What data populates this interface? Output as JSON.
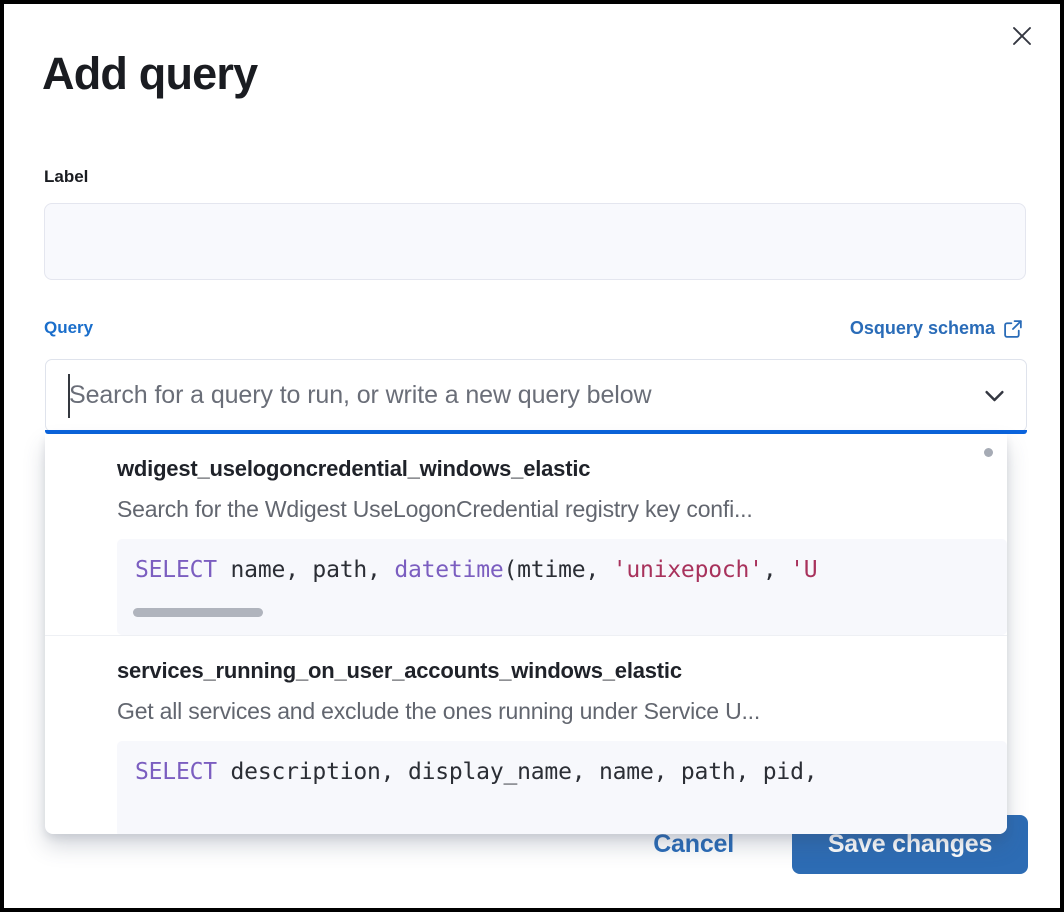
{
  "modal": {
    "title": "Add query",
    "close_icon": "close-icon"
  },
  "label_field": {
    "label": "Label",
    "value": "",
    "placeholder": ""
  },
  "query_field": {
    "label": "Query",
    "schema_link": "Osquery schema",
    "schema_link_icon": "external-link-icon",
    "search_placeholder": "Search for a query to run, or write a new query below",
    "search_value": "",
    "chevron_icon": "chevron-down-icon"
  },
  "dropdown": {
    "items": [
      {
        "title": "wdigest_uselogoncredential_windows_elastic",
        "description": "Search for the Wdigest UseLogonCredential registry key confi...",
        "code": {
          "keyword": "SELECT",
          "before_fn": " name, path, ",
          "fn": "datetime",
          "after_fn": "(mtime, ",
          "string1": "'unixepoch'",
          "between": ", ",
          "string2": "'U"
        },
        "has_scrollbar": true
      },
      {
        "title": "services_running_on_user_accounts_windows_elastic",
        "description": "Get all services and exclude the ones running under Service U...",
        "code": {
          "keyword": "SELECT",
          "rest": " description, display_name, name, path, pid,"
        },
        "has_scrollbar": false
      }
    ]
  },
  "footer": {
    "cancel_label": "Cancel",
    "save_label": "Save changes"
  },
  "colors": {
    "accent_blue": "#2a6cb8",
    "focus_blue": "#0b64dd",
    "save_button": "#2d6cb4",
    "sql_keyword": "#7b5ec0",
    "sql_string": "#a8325c",
    "text_dark": "#1a1c21",
    "text_muted": "#62666f"
  }
}
